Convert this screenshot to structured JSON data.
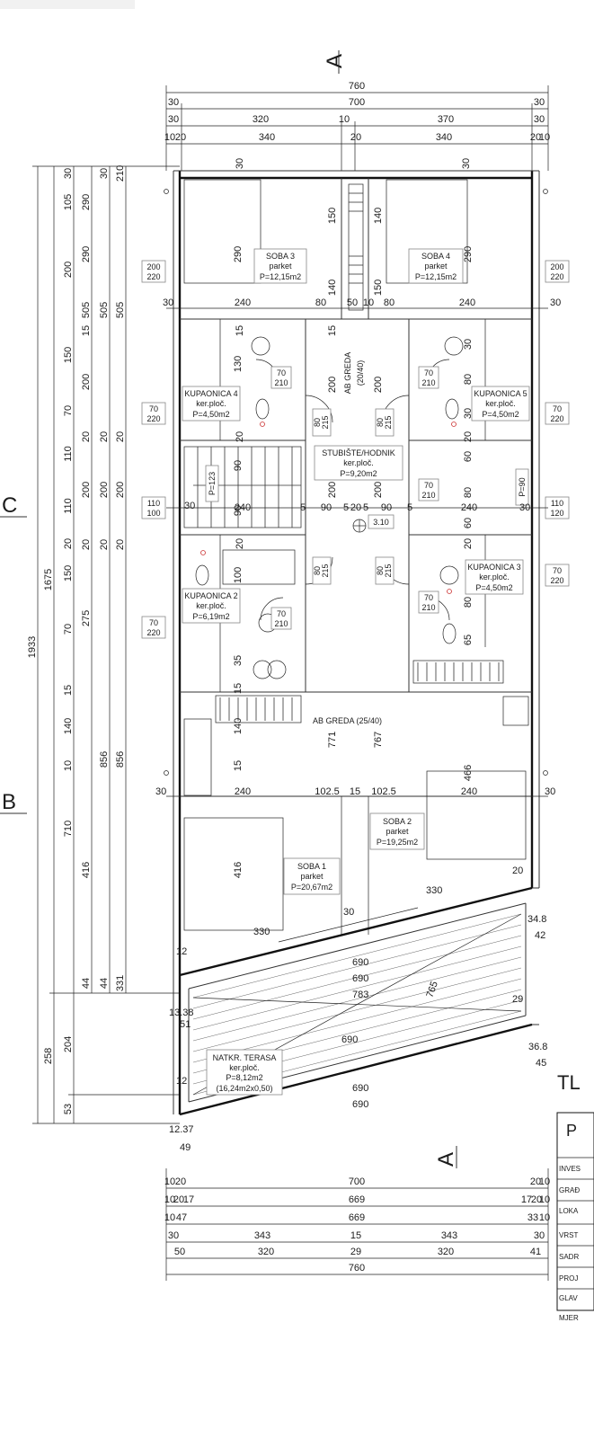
{
  "section_marks": {
    "top": "A",
    "bottom": "A",
    "left_c": "C",
    "left_b": "B"
  },
  "drawing_title_partial": "TL",
  "title_block": {
    "header_partial": "P",
    "rows": [
      "INVES",
      "GRAĐ",
      "LOKA",
      "VRST",
      "SADR",
      "PROJ",
      "GLAV",
      "MJER"
    ]
  },
  "top_dims": {
    "row1": [
      "760"
    ],
    "row2": [
      "30",
      "700",
      "30"
    ],
    "row3": [
      "30",
      "320",
      "10",
      "370",
      "30"
    ],
    "row4": [
      "10",
      "20",
      "340",
      "20",
      "340",
      "20",
      "10"
    ]
  },
  "bottom_dims": {
    "row1": [
      "10",
      "20",
      "700",
      "20",
      "10"
    ],
    "row2": [
      "10",
      "20",
      "17",
      "669",
      "17",
      "20",
      "10"
    ],
    "row3": [
      "10",
      "47",
      "669",
      "33",
      "10"
    ],
    "row4": [
      "30",
      "343",
      "15",
      "343",
      "30"
    ],
    "row5": [
      "50",
      "320",
      "29",
      "320",
      "41"
    ],
    "row6": [
      "760"
    ]
  },
  "left_dims": {
    "total": "1933",
    "c1675": "1675",
    "c856": "856",
    "c856b": "856",
    "c258": "258",
    "c204": "204",
    "c53": "53",
    "col1": [
      "105",
      "30",
      "200",
      "150",
      "70",
      "110",
      "110",
      "20",
      "150",
      "70",
      "15",
      "140",
      "10",
      "710",
      "416",
      "44"
    ],
    "col2": [
      "290",
      "505",
      "15",
      "200",
      "20",
      "200",
      "20",
      "275",
      "44"
    ],
    "col3": [
      "30",
      "505",
      "20",
      "200",
      "20",
      "331"
    ],
    "col4": [
      "210",
      "20"
    ]
  },
  "rooms": {
    "soba3": {
      "name": "SOBA 3",
      "floor": "parket",
      "area": "P=12,15m2"
    },
    "soba4": {
      "name": "SOBA 4",
      "floor": "parket",
      "area": "P=12,15m2"
    },
    "kup4": {
      "name": "KUPAONICA 4",
      "floor": "ker.ploč.",
      "area": "P=4,50m2"
    },
    "kup5": {
      "name": "KUPAONICA 5",
      "floor": "ker.ploč.",
      "area": "P=4,50m2"
    },
    "hodnik": {
      "name": "STUBIŠTE/HODNIK",
      "floor": "ker.ploč.",
      "area": "P=9,20m2"
    },
    "kup2": {
      "name": "KUPAONICA 2",
      "floor": "ker.ploč.",
      "area": "P=6,19m2"
    },
    "kup3": {
      "name": "KUPAONICA 3",
      "floor": "ker.ploč.",
      "area": "P=4,50m2"
    },
    "soba1": {
      "name": "SOBA 1",
      "floor": "parket",
      "area": "P=20,67m2"
    },
    "soba2": {
      "name": "SOBA 2",
      "floor": "parket",
      "area": "P=19,25m2"
    },
    "terasa": {
      "name": "NATKR. TERASA",
      "floor": "ker.ploč.",
      "area": "P=8,12m2",
      "area2": "(16,24m2x0,50)"
    }
  },
  "beams": {
    "b1": "AB GREDA (25/40)",
    "b2": "AB GREDA",
    "b2size": "(20/40)"
  },
  "doors": {
    "w200": "200",
    "h220": "220",
    "w70": "70",
    "h210": "210",
    "h220b": "220",
    "w110": "110",
    "h100": "100",
    "h120": "120",
    "w80": "80",
    "h215": "215"
  },
  "inner_dims": {
    "d30a": "30",
    "d30b": "30",
    "d290a": "290",
    "d290b": "290",
    "d150": "150",
    "d140": "140",
    "d140b": "140",
    "d150b": "150",
    "d240a": "240",
    "d80a": "80",
    "d50": "50",
    "d10": "10",
    "d80b": "80",
    "d240b": "240",
    "d30c": "30",
    "d30d": "30",
    "d15a": "15",
    "d15b": "15",
    "d130": "130",
    "d200a": "200",
    "d200b": "200",
    "d80c": "80",
    "d30e": "30",
    "d30f": "30",
    "d20a": "20",
    "d20b": "20",
    "d60a": "60",
    "d90a": "90",
    "d90b": "90",
    "d60b": "60",
    "d80d": "80",
    "d30g": "30",
    "d240c": "240",
    "d5a": "5",
    "d90c": "90",
    "d5b": "5",
    "d20c": "20",
    "d5c": "5",
    "d90d": "90",
    "d5d": "5",
    "d240d": "240",
    "d30h": "30",
    "d310": "3.10",
    "d200c": "200",
    "d200d": "200",
    "d100": "100",
    "d20d": "20",
    "d20e": "20",
    "d80e": "80",
    "d65": "65",
    "d35": "35",
    "d15c": "15",
    "d15d": "15",
    "d140c": "140",
    "d771": "771",
    "d767": "767",
    "d466": "466",
    "d30i": "30",
    "d240e": "240",
    "d1025a": "102.5",
    "d15e": "15",
    "d1025b": "102.5",
    "d240f": "240",
    "d30j": "30",
    "d416": "416",
    "d20f": "20",
    "d330a": "330",
    "d30k": "30",
    "d330b": "330",
    "d348": "34.8",
    "d42": "42",
    "d12a": "12",
    "d12b": "12",
    "d690a": "690",
    "d690b": "690",
    "d783": "783",
    "d765": "765",
    "d1338": "13.38",
    "d51": "51",
    "d29": "29",
    "d690c": "690",
    "d368": "36.8",
    "d45": "45",
    "d690d": "690",
    "d690e": "690",
    "d1237": "12.37",
    "d49": "49",
    "dP123": "P=123",
    "dP90": "P=90"
  }
}
